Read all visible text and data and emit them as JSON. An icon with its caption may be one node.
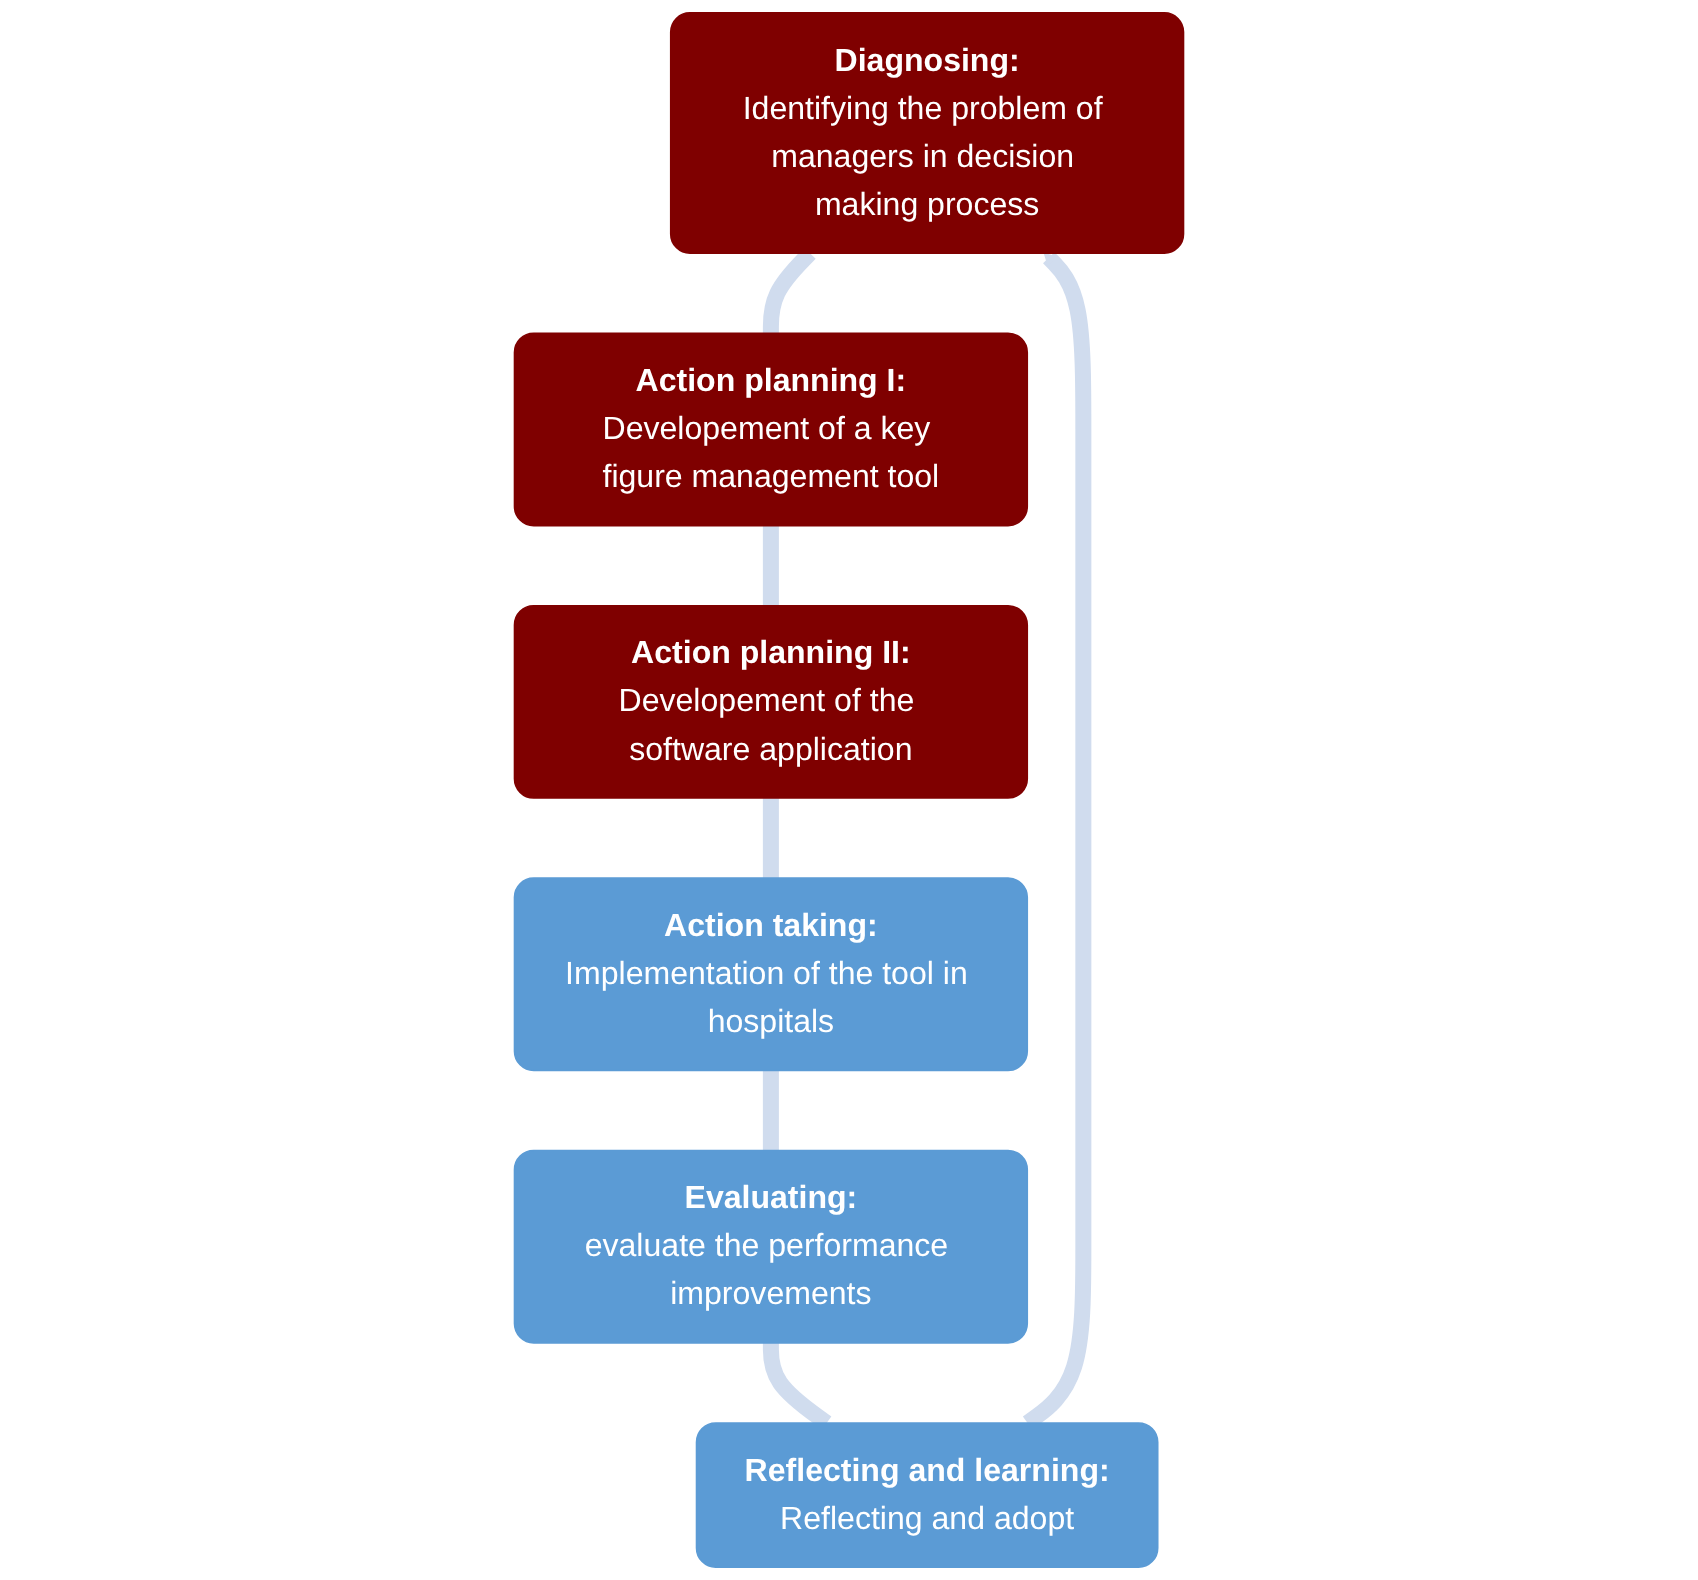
{
  "diagram": {
    "nodes": [
      {
        "text": [
          "Diagnosing:",
          "Identifying the problem of managers in decision making process"
        ]
      },
      {
        "text": [
          "Action planning I:",
          "Developement of a key figure management tool"
        ]
      },
      {
        "text": [
          "Action planning II:",
          "Developement of the software application"
        ]
      },
      {
        "text": [
          "Action taking:",
          "Implementation of the tool in hospitals"
        ]
      },
      {
        "text": [
          "Evaluating:",
          "evaluate the performance improvements"
        ]
      },
      {
        "text": [
          "Reflecting and learning:",
          "Reflecting and adopt"
        ]
      }
    ],
    "edges": [
      {
        "from": 0,
        "to": 1,
        "arrow": "none"
      },
      {
        "from": 1,
        "to": 2,
        "arrow": "none"
      },
      {
        "from": 2,
        "to": 3,
        "arrow": "none"
      },
      {
        "from": 3,
        "to": 4,
        "arrow": "none"
      },
      {
        "from": 4,
        "to": 5,
        "arrow": "none"
      },
      {
        "from": 5,
        "to": 0,
        "arrow": "to"
      }
    ]
  }
}
